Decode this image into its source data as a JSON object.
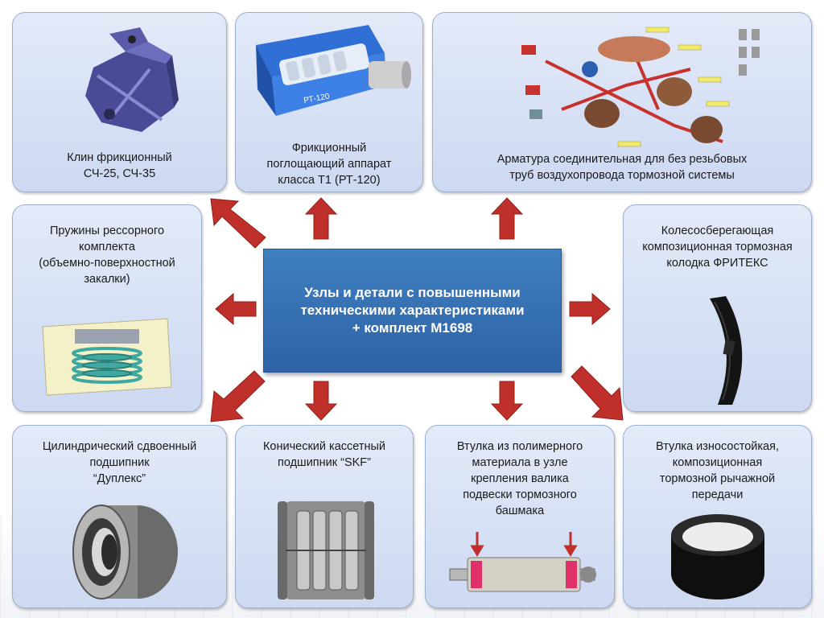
{
  "center": {
    "title": "Узлы и детали с повышенными техническими характеристиками\n+ комплект М1698"
  },
  "cards": {
    "wedge": {
      "line1": "Клин фрикционный",
      "line2": "СЧ-25, СЧ-35"
    },
    "draft_gear": {
      "line1": "Фрикционный",
      "line2": "поглощающий аппарат",
      "line3": "класса Т1 (РТ-120)",
      "device_marking": "РТ-120"
    },
    "fittings": {
      "line1": "Арматура соединительная для без резьбовых",
      "line2": "труб воздухопровода тормозной системы"
    },
    "springs": {
      "line1": "Пружины рессорного",
      "line2": "комплекта",
      "line3": "(объемно-поверхностной",
      "line4": "закалки)"
    },
    "brake_shoe": {
      "line1": "Колесосберегающая",
      "line2": "композиционная тормозная",
      "line3": "колодка ФРИТЕКС"
    },
    "duplex_bearing": {
      "line1": "Цилиндрический сдвоенный",
      "line2": "подшипник",
      "line3": "“Дуплекс”"
    },
    "skf_bearing": {
      "line1": "Конический кассетный",
      "line2": "подшипник “SKF”"
    },
    "polymer_bushing": {
      "line1": "Втулка из полимерного",
      "line2": "материала в узле",
      "line3": "крепления валика",
      "line4": "подвески тормозного",
      "line5": "башмака"
    },
    "wear_bushing": {
      "line1": "Втулка износостойкая,",
      "line2": "композиционная",
      "line3": "тормозной рычажной",
      "line4": "передачи"
    }
  },
  "colors": {
    "arrow": "#c0302a",
    "center_box": "#3670b3",
    "card_fill": "#d6e0f5",
    "card_border": "#9fb0cc"
  }
}
